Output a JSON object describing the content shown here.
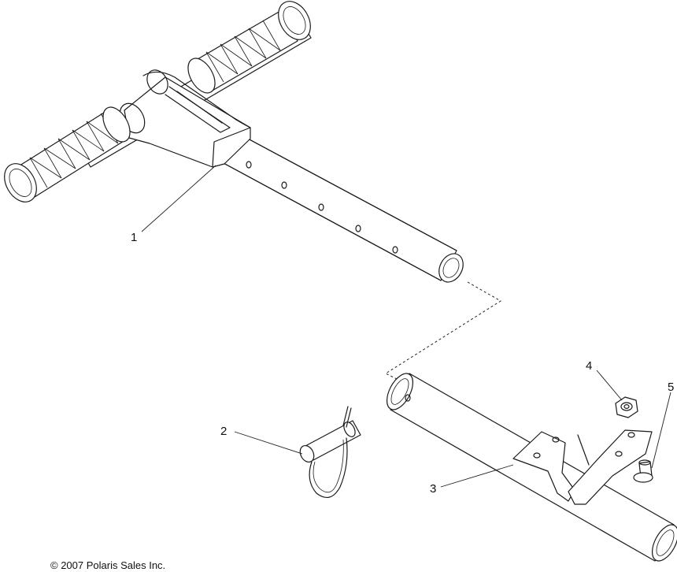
{
  "callouts": [
    {
      "id": "1",
      "text": "1"
    },
    {
      "id": "2",
      "text": "2"
    },
    {
      "id": "3",
      "text": "3"
    },
    {
      "id": "4",
      "text": "4"
    },
    {
      "id": "5",
      "text": "5"
    }
  ],
  "copyright": "© 2007 Polaris Sales Inc."
}
